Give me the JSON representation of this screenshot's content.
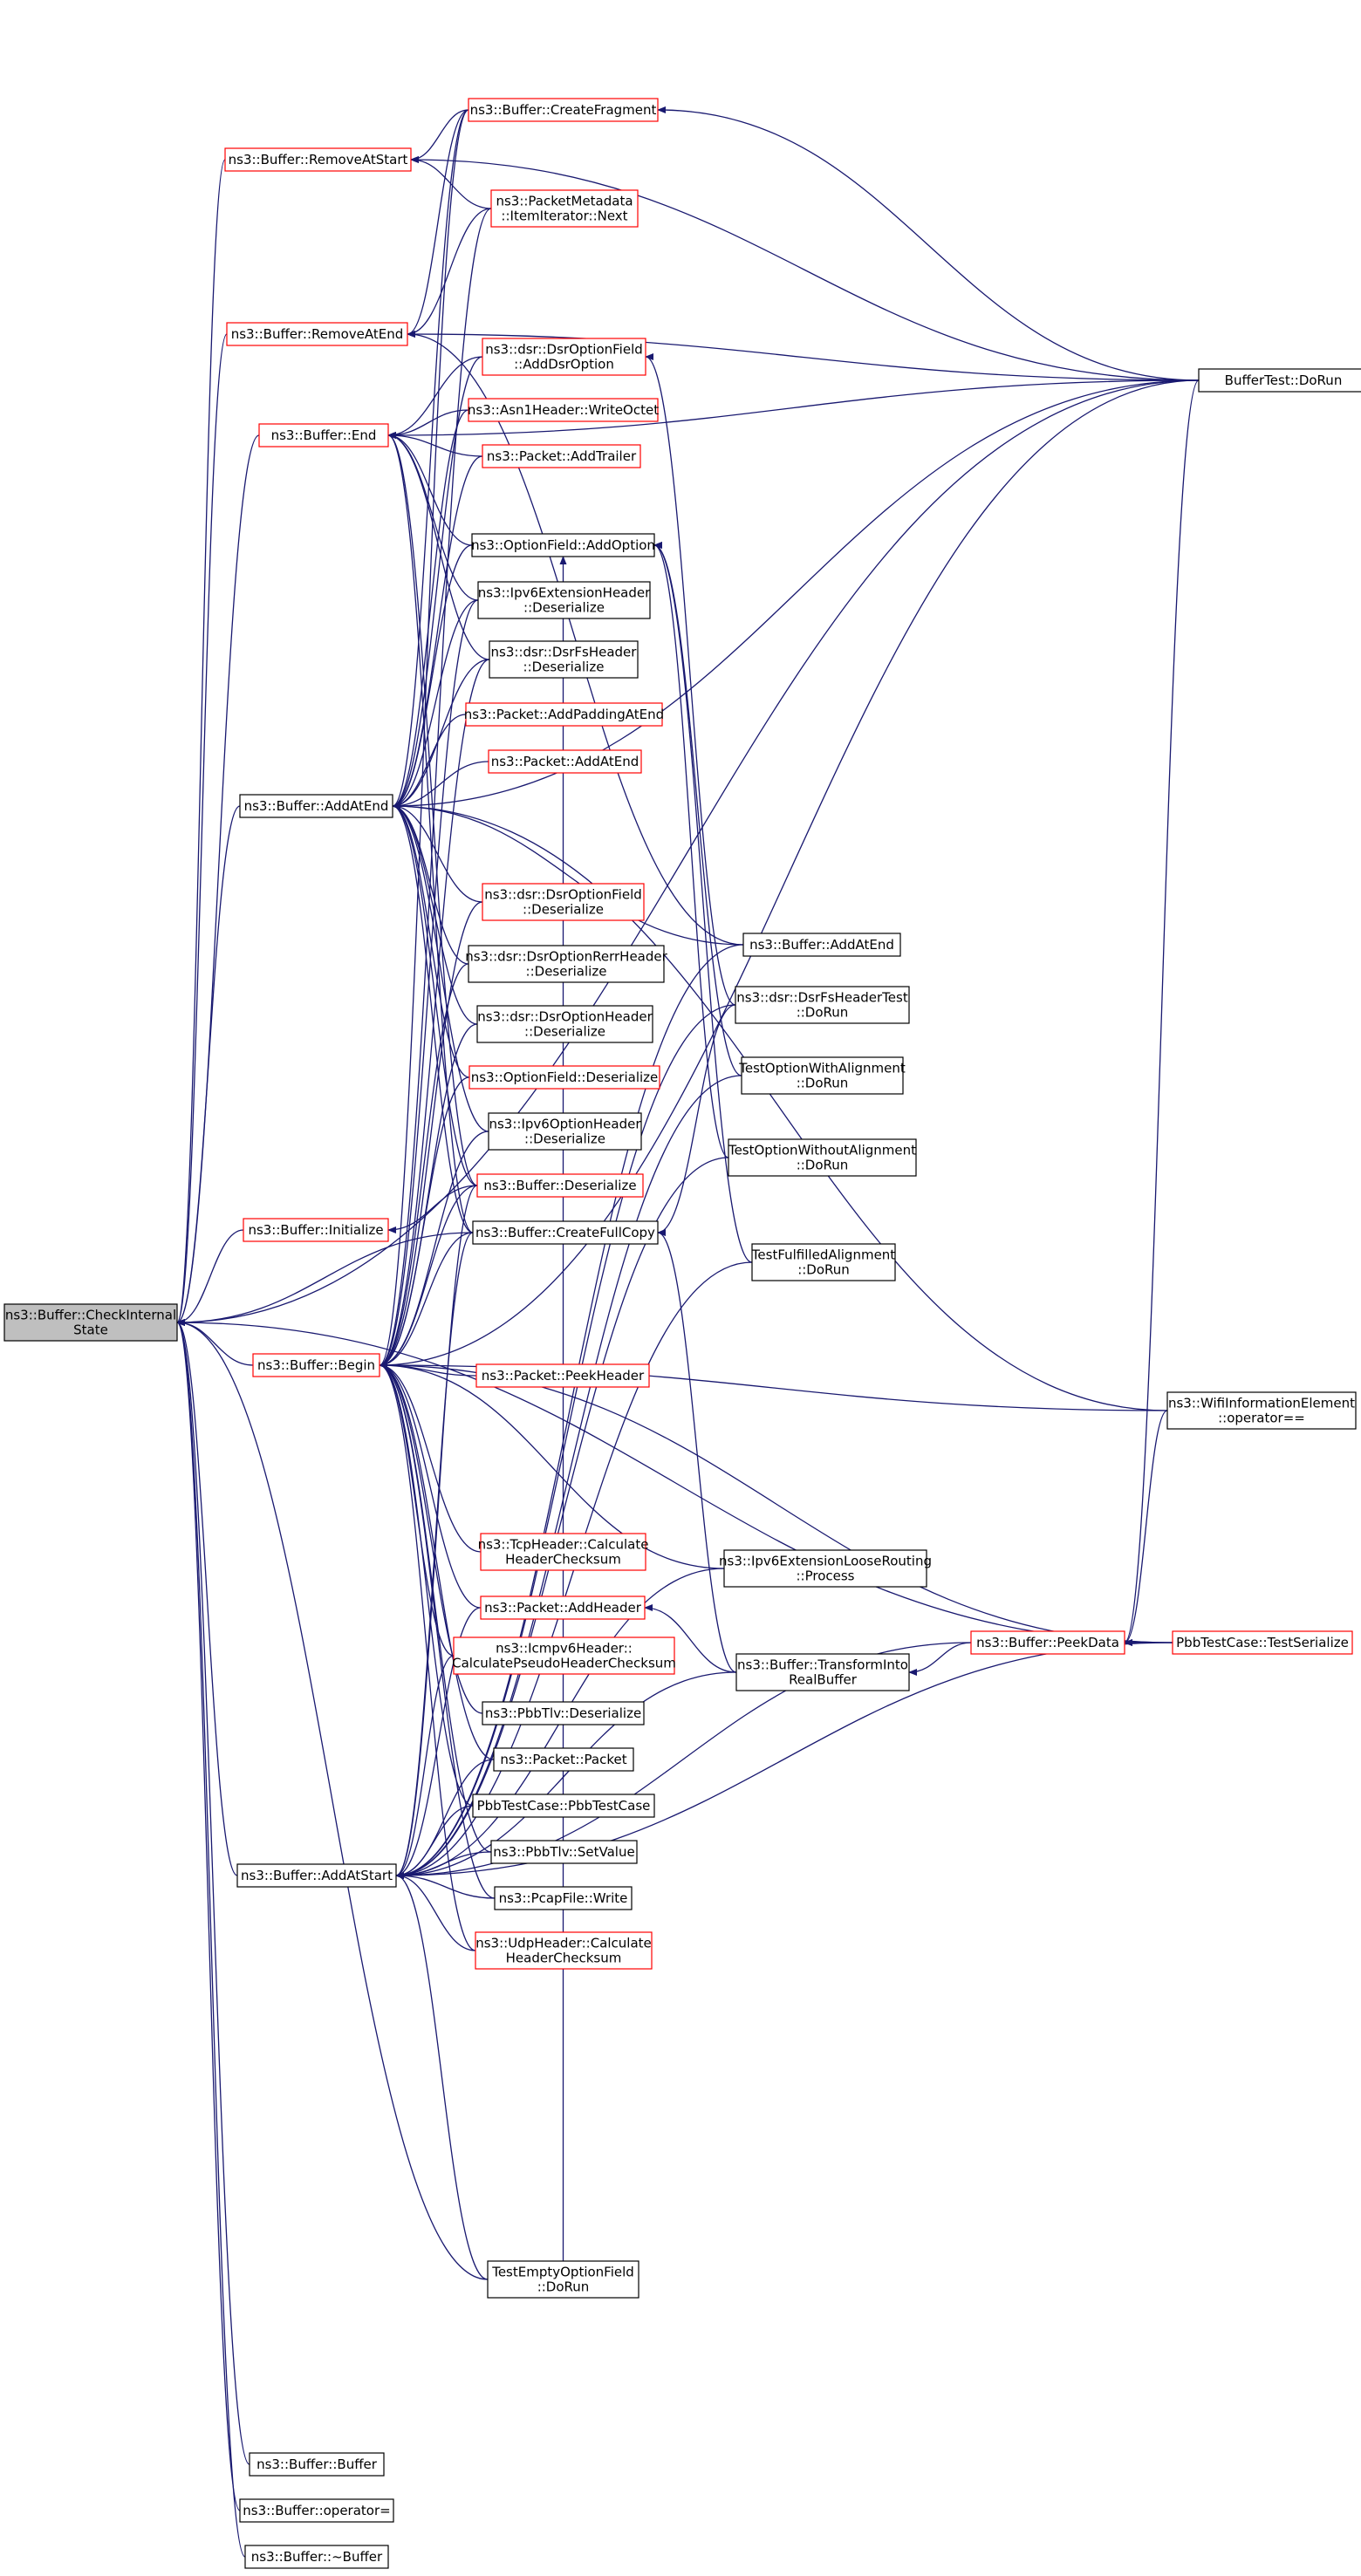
{
  "colors": {
    "edge": "#191970",
    "border_red": "#ff0000",
    "border_black": "#000000",
    "fill_root": "#bfbfbf",
    "fill": "#ffffff",
    "text": "#000000"
  },
  "nodes": {
    "check": {
      "lines": [
        "ns3::Buffer::CheckInternal",
        "State"
      ],
      "style": "root"
    },
    "removeStart": {
      "lines": [
        "ns3::Buffer::RemoveAtStart"
      ],
      "style": "red"
    },
    "removeEnd": {
      "lines": [
        "ns3::Buffer::RemoveAtEnd"
      ],
      "style": "red"
    },
    "end": {
      "lines": [
        "ns3::Buffer::End"
      ],
      "style": "red"
    },
    "addAtEnd": {
      "lines": [
        "ns3::Buffer::AddAtEnd"
      ],
      "style": "black"
    },
    "initialize": {
      "lines": [
        "ns3::Buffer::Initialize"
      ],
      "style": "red"
    },
    "begin": {
      "lines": [
        "ns3::Buffer::Begin"
      ],
      "style": "red"
    },
    "addAtStart": {
      "lines": [
        "ns3::Buffer::AddAtStart"
      ],
      "style": "black"
    },
    "ctor": {
      "lines": [
        "ns3::Buffer::Buffer"
      ],
      "style": "black"
    },
    "opAssign": {
      "lines": [
        "ns3::Buffer::operator="
      ],
      "style": "black"
    },
    "dtor": {
      "lines": [
        "ns3::Buffer::~Buffer"
      ],
      "style": "black"
    },
    "createFrag": {
      "lines": [
        "ns3::Buffer::CreateFragment"
      ],
      "style": "red"
    },
    "pmNext": {
      "lines": [
        "ns3::PacketMetadata",
        "::ItemIterator::Next"
      ],
      "style": "red"
    },
    "dsrAddOpt": {
      "lines": [
        "ns3::dsr::DsrOptionField",
        "::AddDsrOption"
      ],
      "style": "red"
    },
    "asn1": {
      "lines": [
        "ns3::Asn1Header::WriteOctet"
      ],
      "style": "red"
    },
    "addTrailer": {
      "lines": [
        "ns3::Packet::AddTrailer"
      ],
      "style": "red"
    },
    "optAddOpt": {
      "lines": [
        "ns3::OptionField::AddOption"
      ],
      "style": "black"
    },
    "ipv6ExtDes": {
      "lines": [
        "ns3::Ipv6ExtensionHeader",
        "::Deserialize"
      ],
      "style": "black"
    },
    "dsrFsDes": {
      "lines": [
        "ns3::dsr::DsrFsHeader",
        "::Deserialize"
      ],
      "style": "black"
    },
    "addPadEnd": {
      "lines": [
        "ns3::Packet::AddPaddingAtEnd"
      ],
      "style": "red"
    },
    "pktAddAtEnd": {
      "lines": [
        "ns3::Packet::AddAtEnd"
      ],
      "style": "red"
    },
    "dsrOptFDes": {
      "lines": [
        "ns3::dsr::DsrOptionField",
        "::Deserialize"
      ],
      "style": "red"
    },
    "dsrRerrDes": {
      "lines": [
        "ns3::dsr::DsrOptionRerrHeader",
        "::Deserialize"
      ],
      "style": "black"
    },
    "dsrOptHDes": {
      "lines": [
        "ns3::dsr::DsrOptionHeader",
        "::Deserialize"
      ],
      "style": "black"
    },
    "optFDes": {
      "lines": [
        "ns3::OptionField::Deserialize"
      ],
      "style": "red"
    },
    "ipv6OptDes": {
      "lines": [
        "ns3::Ipv6OptionHeader",
        "::Deserialize"
      ],
      "style": "black"
    },
    "bufDes": {
      "lines": [
        "ns3::Buffer::Deserialize"
      ],
      "style": "red"
    },
    "createFull": {
      "lines": [
        "ns3::Buffer::CreateFullCopy"
      ],
      "style": "black"
    },
    "peekHeader": {
      "lines": [
        "ns3::Packet::PeekHeader"
      ],
      "style": "red"
    },
    "tcpCsum": {
      "lines": [
        "ns3::TcpHeader::Calculate",
        "HeaderChecksum"
      ],
      "style": "red"
    },
    "addHeader": {
      "lines": [
        "ns3::Packet::AddHeader"
      ],
      "style": "red"
    },
    "icmpv6": {
      "lines": [
        "ns3::Icmpv6Header::",
        "CalculatePseudoHeaderChecksum"
      ],
      "style": "red"
    },
    "pbbTlvDes": {
      "lines": [
        "ns3::PbbTlv::Deserialize"
      ],
      "style": "black"
    },
    "pktCtor": {
      "lines": [
        "ns3::Packet::Packet"
      ],
      "style": "black"
    },
    "pbbTestCase": {
      "lines": [
        "PbbTestCase::PbbTestCase"
      ],
      "style": "black"
    },
    "pbbSetValue": {
      "lines": [
        "ns3::PbbTlv::SetValue"
      ],
      "style": "black"
    },
    "pcapWrite": {
      "lines": [
        "ns3::PcapFile::Write"
      ],
      "style": "black"
    },
    "udpCsum": {
      "lines": [
        "ns3::UdpHeader::Calculate",
        "HeaderChecksum"
      ],
      "style": "red"
    },
    "testEmpty": {
      "lines": [
        "TestEmptyOptionField",
        "::DoRun"
      ],
      "style": "black"
    },
    "bufAddAtEnd2": {
      "lines": [
        "ns3::Buffer::AddAtEnd"
      ],
      "style": "black"
    },
    "dsrFsTest": {
      "lines": [
        "ns3::dsr::DsrFsHeaderTest",
        "::DoRun"
      ],
      "style": "black"
    },
    "testOptWith": {
      "lines": [
        "TestOptionWithAlignment",
        "::DoRun"
      ],
      "style": "black"
    },
    "testOptWo": {
      "lines": [
        "TestOptionWithoutAlignment",
        "::DoRun"
      ],
      "style": "black"
    },
    "testFulfill": {
      "lines": [
        "TestFulfilledAlignment",
        "::DoRun"
      ],
      "style": "black"
    },
    "ipv6Loose": {
      "lines": [
        "ns3::Ipv6ExtensionLooseRouting",
        "::Process"
      ],
      "style": "black"
    },
    "transform": {
      "lines": [
        "ns3::Buffer::TransformInto",
        "RealBuffer"
      ],
      "style": "black"
    },
    "peekData": {
      "lines": [
        "ns3::Buffer::PeekData"
      ],
      "style": "red"
    },
    "bufferTest": {
      "lines": [
        "BufferTest::DoRun"
      ],
      "style": "black"
    },
    "wifiOp": {
      "lines": [
        "ns3::WifiInformationElement",
        "::operator=="
      ],
      "style": "black"
    },
    "pbbSerialize": {
      "lines": [
        "PbbTestCase::TestSerialize"
      ],
      "style": "red"
    }
  },
  "edges": [
    [
      "removeStart",
      "check"
    ],
    [
      "removeEnd",
      "check"
    ],
    [
      "end",
      "check"
    ],
    [
      "addAtEnd",
      "check"
    ],
    [
      "initialize",
      "check"
    ],
    [
      "begin",
      "check"
    ],
    [
      "addAtStart",
      "check"
    ],
    [
      "ctor",
      "check"
    ],
    [
      "opAssign",
      "check"
    ],
    [
      "dtor",
      "check"
    ],
    [
      "createFull",
      "check"
    ],
    [
      "bufferTest",
      "check"
    ],
    [
      "pbbSerialize",
      "check"
    ],
    [
      "testEmpty",
      "check"
    ],
    [
      "createFrag",
      "removeStart"
    ],
    [
      "bufferTest",
      "removeStart"
    ],
    [
      "pmNext",
      "removeStart"
    ],
    [
      "createFrag",
      "removeEnd"
    ],
    [
      "pmNext",
      "removeEnd"
    ],
    [
      "bufferTest",
      "removeEnd"
    ],
    [
      "bufAddAtEnd2",
      "removeEnd"
    ],
    [
      "dsrAddOpt",
      "end"
    ],
    [
      "asn1",
      "end"
    ],
    [
      "addTrailer",
      "end"
    ],
    [
      "optAddOpt",
      "end"
    ],
    [
      "ipv6ExtDes",
      "end"
    ],
    [
      "dsrFsDes",
      "end"
    ],
    [
      "bufferTest",
      "end"
    ],
    [
      "bufDes",
      "end"
    ],
    [
      "createFull",
      "end"
    ],
    [
      "createFrag",
      "addAtEnd"
    ],
    [
      "bufferTest",
      "addAtEnd"
    ],
    [
      "dsrAddOpt",
      "addAtEnd"
    ],
    [
      "optAddOpt",
      "addAtEnd"
    ],
    [
      "addPadEnd",
      "addAtEnd"
    ],
    [
      "pktAddAtEnd",
      "addAtEnd"
    ],
    [
      "dsrOptFDes",
      "addAtEnd"
    ],
    [
      "dsrRerrDes",
      "addAtEnd"
    ],
    [
      "dsrOptHDes",
      "addAtEnd"
    ],
    [
      "optFDes",
      "addAtEnd"
    ],
    [
      "ipv6OptDes",
      "addAtEnd"
    ],
    [
      "bufDes",
      "addAtEnd"
    ],
    [
      "createFull",
      "addAtEnd"
    ],
    [
      "bufAddAtEnd2",
      "addAtEnd"
    ],
    [
      "wifiOp",
      "addAtEnd"
    ],
    [
      "addTrailer",
      "addAtEnd"
    ],
    [
      "asn1",
      "addAtEnd"
    ],
    [
      "ipv6ExtDes",
      "addAtEnd"
    ],
    [
      "dsrFsDes",
      "addAtEnd"
    ],
    [
      "bufDes",
      "initialize"
    ],
    [
      "peekHeader",
      "begin"
    ],
    [
      "tcpCsum",
      "begin"
    ],
    [
      "addHeader",
      "begin"
    ],
    [
      "icmpv6",
      "begin"
    ],
    [
      "pbbTlvDes",
      "begin"
    ],
    [
      "pktCtor",
      "begin"
    ],
    [
      "pbbTestCase",
      "begin"
    ],
    [
      "pbbSetValue",
      "begin"
    ],
    [
      "pcapWrite",
      "begin"
    ],
    [
      "udpCsum",
      "begin"
    ],
    [
      "ipv6Loose",
      "begin"
    ],
    [
      "wifiOp",
      "begin"
    ],
    [
      "pbbSerialize",
      "begin"
    ],
    [
      "bufferTest",
      "begin"
    ],
    [
      "createFull",
      "begin"
    ],
    [
      "bufDes",
      "begin"
    ],
    [
      "ipv6OptDes",
      "begin"
    ],
    [
      "optFDes",
      "begin"
    ],
    [
      "dsrOptHDes",
      "begin"
    ],
    [
      "dsrRerrDes",
      "begin"
    ],
    [
      "dsrOptFDes",
      "begin"
    ],
    [
      "dsrFsDes",
      "begin"
    ],
    [
      "ipv6ExtDes",
      "begin"
    ],
    [
      "pmNext",
      "begin"
    ],
    [
      "createFrag",
      "begin"
    ],
    [
      "pbbTestCase",
      "addAtStart"
    ],
    [
      "pbbSetValue",
      "addAtStart"
    ],
    [
      "pcapWrite",
      "addAtStart"
    ],
    [
      "udpCsum",
      "addAtStart"
    ],
    [
      "addHeader",
      "addAtStart"
    ],
    [
      "createFull",
      "addAtStart"
    ],
    [
      "bufDes",
      "addAtStart"
    ],
    [
      "ipv6Loose",
      "addAtStart"
    ],
    [
      "transform",
      "addAtStart"
    ],
    [
      "testEmpty",
      "addAtStart"
    ],
    [
      "bufAddAtEnd2",
      "addAtStart"
    ],
    [
      "dsrFsTest",
      "addAtStart"
    ],
    [
      "testOptWith",
      "addAtStart"
    ],
    [
      "testOptWo",
      "addAtStart"
    ],
    [
      "testFulfill",
      "addAtStart"
    ],
    [
      "peekData",
      "addAtStart"
    ],
    [
      "pbbSerialize",
      "addAtStart"
    ],
    [
      "icmpv6",
      "addAtStart"
    ],
    [
      "pktCtor",
      "addAtStart"
    ],
    [
      "bufferTest",
      "createFrag"
    ],
    [
      "dsrFsTest",
      "dsrAddOpt"
    ],
    [
      "testOptWith",
      "optAddOpt"
    ],
    [
      "testOptWo",
      "optAddOpt"
    ],
    [
      "testFulfill",
      "optAddOpt"
    ],
    [
      "testEmpty",
      "optAddOpt"
    ],
    [
      "dsrFsTest",
      "createFull"
    ],
    [
      "transform",
      "createFull"
    ],
    [
      "transform",
      "addHeader"
    ],
    [
      "peekData",
      "transform"
    ],
    [
      "pbbSerialize",
      "peekData"
    ],
    [
      "bufferTest",
      "peekData"
    ],
    [
      "wifiOp",
      "peekData"
    ]
  ]
}
